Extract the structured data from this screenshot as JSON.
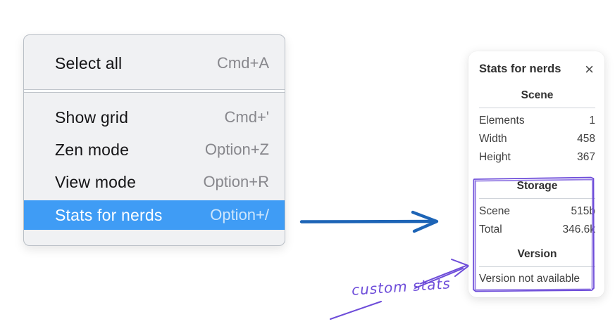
{
  "menu": {
    "items": [
      {
        "label": "Select all",
        "shortcut": "Cmd+A"
      },
      {
        "label": "Show grid",
        "shortcut": "Cmd+'"
      },
      {
        "label": "Zen mode",
        "shortcut": "Option+Z"
      },
      {
        "label": "View mode",
        "shortcut": "Option+R"
      },
      {
        "label": "Stats for nerds",
        "shortcut": "Option+/",
        "selected": true
      }
    ]
  },
  "panel": {
    "title": "Stats for nerds",
    "close_icon": "×",
    "sections": [
      {
        "heading": "Scene",
        "rows": [
          {
            "label": "Elements",
            "value": "1"
          },
          {
            "label": "Width",
            "value": "458"
          },
          {
            "label": "Height",
            "value": "367"
          }
        ]
      },
      {
        "heading": "Storage",
        "rows": [
          {
            "label": "Scene",
            "value": "515b"
          },
          {
            "label": "Total",
            "value": "346.6k"
          }
        ]
      },
      {
        "heading": "Version",
        "note": "Version not available"
      }
    ]
  },
  "annotation": {
    "label": "custom stats"
  },
  "colors": {
    "menu_highlight": "#3f9cf5",
    "arrow_blue": "#1d64b6",
    "annotation_purple": "#6d4cd9"
  }
}
